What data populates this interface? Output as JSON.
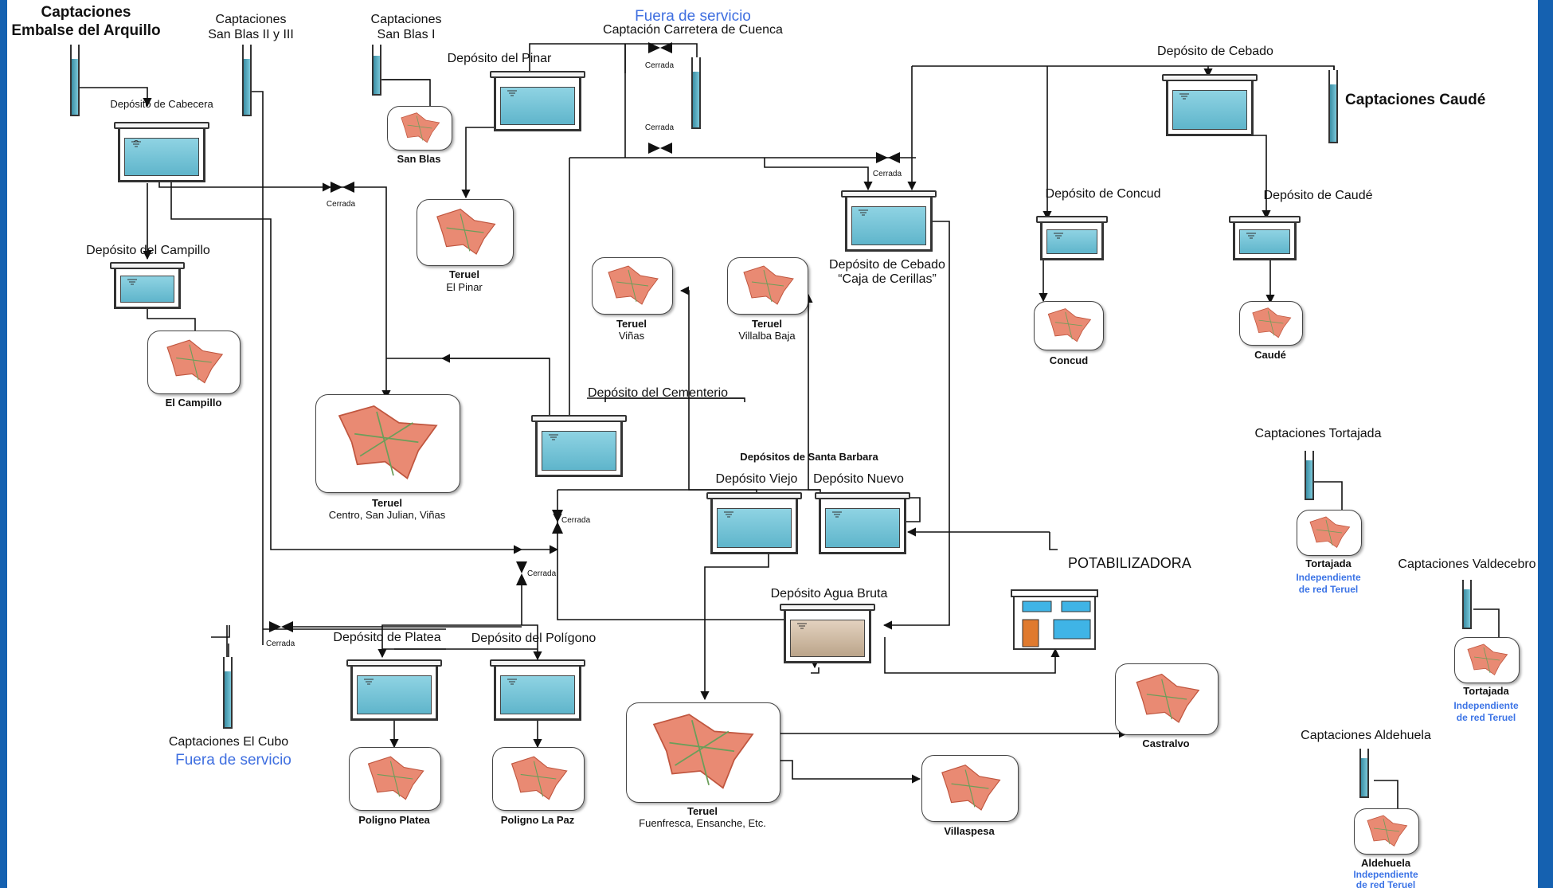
{
  "colors": {
    "frame": "#1561b0",
    "water": "#6cc1d6",
    "raw_water": "#cbb8a0",
    "town": "#e98a73",
    "accent_blue": "#3f6fe0"
  },
  "captaciones": {
    "arquillo_line1": "Captaciones",
    "arquillo_line2": "Embalse del Arquillo",
    "sanblas23_line1": "Captaciones",
    "sanblas23_line2": "San Blas II y III",
    "sanblas1_line1": "Captaciones",
    "sanblas1_line2": "San Blas I",
    "carretera_status": "Fuera de servicio",
    "carretera": "Captación Carretera de Cuenca",
    "caude": "Captaciones Caudé",
    "tortajada": "Captaciones Tortajada",
    "valdecebro": "Captaciones Valdecebro",
    "aldehuela": "Captaciones Aldehuela",
    "elcubo": "Captaciones El Cubo",
    "elcubo_status": "Fuera de servicio"
  },
  "depositos": {
    "cabecera": "Depósito de Cabecera",
    "pinar": "Depósito del Pinar",
    "cebado": "Depósito de Cebado",
    "campillo": "Depósito del Campillo",
    "concud": "Depósito de Concud",
    "caude": "Depósito de Caudé",
    "cebado_caja_1": "Depósito de Cebado",
    "cebado_caja_2": "“Caja de Cerillas”",
    "cementerio": "Depósito del Cementerio",
    "santa_barbara": "Depósitos de Santa Barbara",
    "viejo": "Depósito Viejo",
    "nuevo": "Depósito Nuevo",
    "agua_bruta": "Depósito Agua Bruta",
    "platea": "Depósito de Platea",
    "poligono": "Depósito del Polígono"
  },
  "potabilizadora": "POTABILIZADORA",
  "valve_label": "Cerrada",
  "zonas": {
    "sanblas": "San Blas",
    "pinar_1": "Teruel",
    "pinar_2": "El Pinar",
    "campillo": "El Campillo",
    "vinas_1": "Teruel",
    "vinas_2": "Viñas",
    "villalba_1": "Teruel",
    "villalba_2": "Villalba Baja",
    "concud": "Concud",
    "caude": "Caudé",
    "centro_1": "Teruel",
    "centro_2": "Centro, San Julian, Viñas",
    "tortajada_1": "Tortajada",
    "tortajada_2": "Independiente",
    "tortajada_3": "de red Teruel",
    "valdecebro_1": "Tortajada",
    "valdecebro_2": "Independiente",
    "valdecebro_3": "de red Teruel",
    "castralvo": "Castralvo",
    "fuenfresca_1": "Teruel",
    "fuenfresca_2": "Fuenfresca, Ensanche, Etc.",
    "villaspesa": "Villaspesa",
    "platea": "Poligno Platea",
    "lapaz": "Poligno La Paz",
    "aldehuela_1": "Aldehuela",
    "aldehuela_2": "Independiente",
    "aldehuela_3": "de red Teruel"
  }
}
